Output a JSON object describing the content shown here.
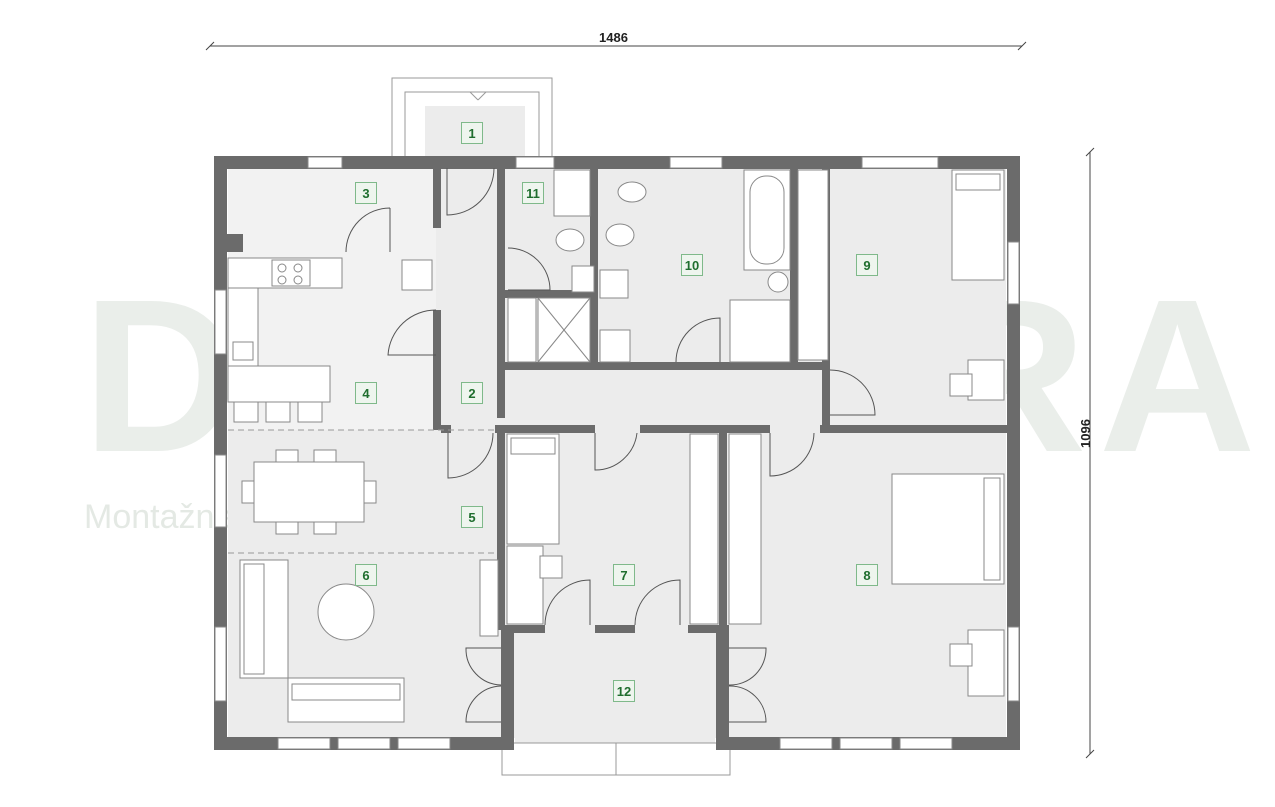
{
  "watermark": {
    "brand": "DOMTERA",
    "tagline": "Montažne kuće · Prefabricated houses"
  },
  "dimensions": {
    "width": "1486",
    "height": "1096"
  },
  "rooms": [
    "1",
    "2",
    "3",
    "4",
    "5",
    "6",
    "7",
    "8",
    "9",
    "10",
    "11",
    "12"
  ],
  "colors": {
    "wall": "#6b6b6b",
    "floor": "#ededed",
    "label_border": "#7fb98a",
    "label_text": "#1f6e2e",
    "watermark": "#e8ece8"
  }
}
